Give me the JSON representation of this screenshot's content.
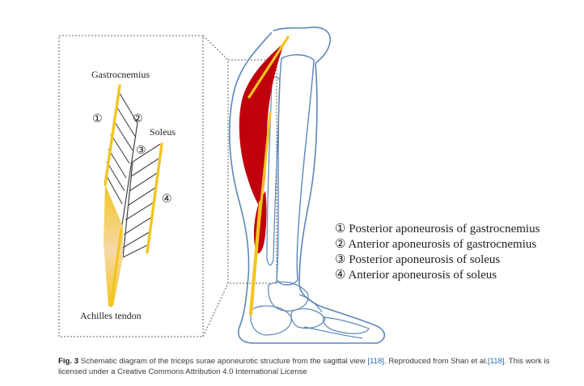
{
  "diagram": {
    "labels": {
      "gastrocnemius": "Gastrocnemius",
      "soleus": "Soleus",
      "achilles": "Achilles tendon",
      "num1": "①",
      "num2": "②",
      "num3": "③",
      "num4": "④"
    },
    "legend": [
      "① Posterior aponeurosis of gastrocnemius",
      "② Anterior aponeurosis of gastrocnemius",
      "③ Posterior aponeurosis of soleus",
      "④ Anterior aponeurosis of soleus"
    ],
    "colors": {
      "aponeurosis": "#f2c522",
      "muscle": "#c0000b",
      "bone_outline": "#5b86b8",
      "tendon_light": "#f6d9a8"
    }
  },
  "caption": {
    "fig_label": "Fig. 3",
    "text_1": "Schematic diagram of the triceps surae aponeurotic structure from the sagittal view",
    "ref_1": "[118]",
    "text_2": ". Reproduced from Shan et al.",
    "ref_2": "[118]",
    "text_3": ". This work is licensed under a Creative Commons Attribution 4.0 International License"
  }
}
